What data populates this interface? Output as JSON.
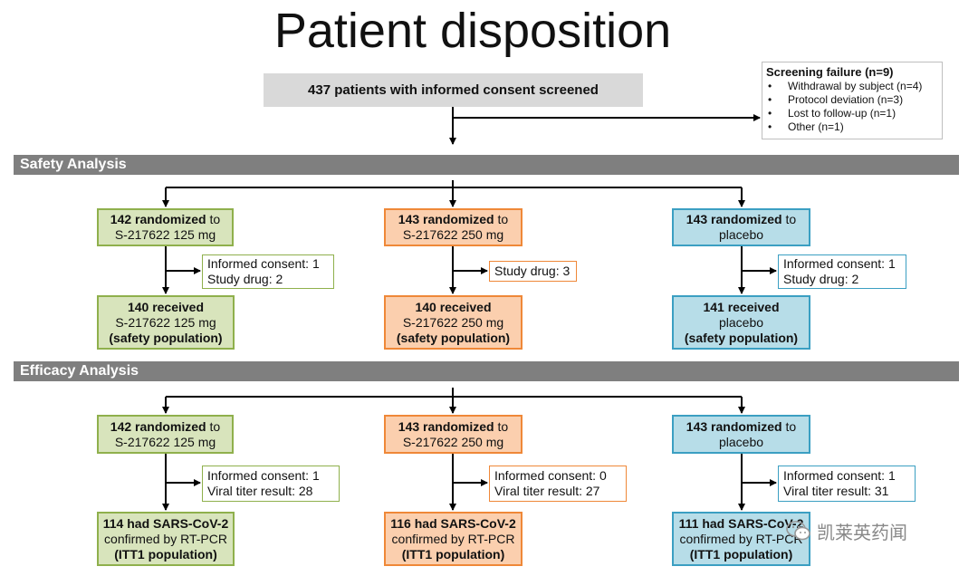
{
  "title": "Patient disposition",
  "screened": "437 patients with informed consent screened",
  "screening_failure": {
    "heading": "Screening failure (n=9)",
    "items": [
      "Withdrawal by subject (n=4)",
      "Protocol deviation (n=3)",
      "Lost to follow-up (n=1)",
      "Other (n=1)"
    ]
  },
  "safety": {
    "label": "Safety Analysis",
    "arms": [
      {
        "randomized_bold": "142 randomized",
        "randomized_to": " to",
        "arm": "S-217622 125 mg",
        "excluded": [
          "Informed consent: 1",
          "Study drug: 2"
        ],
        "received_bold": "140 received",
        "received_arm": "S-217622 125 mg",
        "population": "(safety population)"
      },
      {
        "randomized_bold": "143 randomized",
        "randomized_to": " to",
        "arm": "S-217622 250 mg",
        "excluded": [
          "Study drug: 3"
        ],
        "received_bold": "140 received",
        "received_arm": "S-217622 250 mg",
        "population": "(safety population)"
      },
      {
        "randomized_bold": "143 randomized",
        "randomized_to": " to",
        "arm": "placebo",
        "excluded": [
          "Informed consent: 1",
          "Study drug: 2"
        ],
        "received_bold": "141 received",
        "received_arm": "placebo",
        "population": "(safety population)"
      }
    ]
  },
  "efficacy": {
    "label": "Efficacy Analysis",
    "arms": [
      {
        "randomized_bold": "142 randomized",
        "randomized_to": " to",
        "arm": "S-217622 125 mg",
        "excluded": [
          "Informed consent: 1",
          "Viral titer result: 28"
        ],
        "had_bold": "114 had SARS-CoV-2",
        "confirmed": "confirmed by RT-PCR",
        "population": "(ITT1 population)"
      },
      {
        "randomized_bold": "143 randomized",
        "randomized_to": " to",
        "arm": "S-217622 250 mg",
        "excluded": [
          "Informed consent: 0",
          "Viral titer result: 27"
        ],
        "had_bold": "116 had SARS-CoV-2",
        "confirmed": "confirmed by RT-PCR",
        "population": "(ITT1 population)"
      },
      {
        "randomized_bold": "143 randomized",
        "randomized_to": " to",
        "arm": "placebo",
        "excluded": [
          "Informed consent: 1",
          "Viral titer result: 31"
        ],
        "had_bold": "111 had SARS-CoV-2",
        "confirmed": "confirmed by RT-PCR",
        "population": "(ITT1 population)"
      }
    ]
  },
  "watermark": "凯莱英药闻",
  "colors": {
    "green_fill": "#d8e4bc",
    "green_border": "#8fb04c",
    "orange_fill": "#fbcfae",
    "orange_border": "#ef8838",
    "blue_fill": "#b7dde8",
    "blue_border": "#3b9fc2",
    "section_bar": "#7f7f7f",
    "screen_box": "#d9d9d9"
  }
}
